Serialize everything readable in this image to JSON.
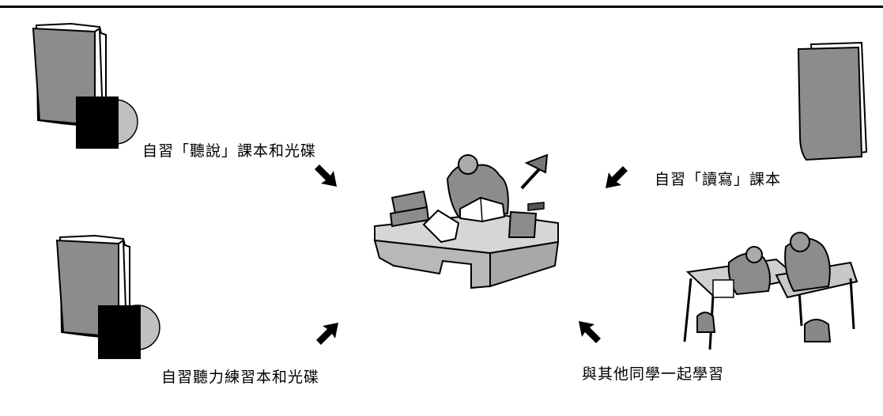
{
  "labels": {
    "listening_speaking": "自習「聽說」課本和光碟",
    "reading_writing": "自習「讀寫」課本",
    "listening_workbook": "自習聽力練習本和光碟",
    "classmates": "與其他同學一起學習"
  },
  "icons": {
    "book_cd_top": "book-with-cd-icon",
    "book_right": "book-icon",
    "book_cd_bottom": "book-with-cd-icon",
    "student_desk": "student-studying-at-desk-illustration",
    "group": "students-studying-together-illustration",
    "arrow": "arrow-icon"
  },
  "colors": {
    "book_fill": "#8c8c8c",
    "desk_fill": "#c8c8c8",
    "ink": "#000000"
  }
}
